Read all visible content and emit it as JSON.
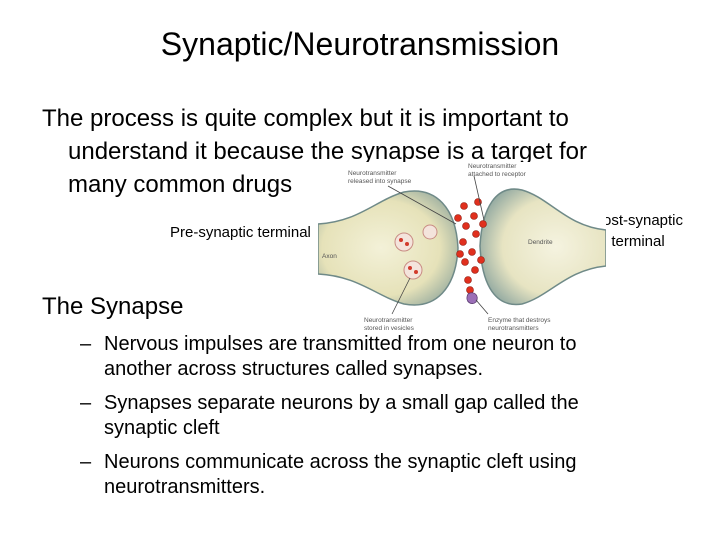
{
  "slide": {
    "title": "Synaptic/Neurotransmission",
    "intro_line1": "The process is quite complex but it is important to",
    "intro_line2": "understand it because the synapse is a target for",
    "intro_line3": "many common drugs",
    "pre_label": "Pre-synaptic terminal",
    "post_label_line1": "Post-synaptic",
    "post_label_line2": "terminal",
    "section_heading": "The Synapse",
    "bullet_marker": "–",
    "bullets": [
      {
        "line1": "Nervous impulses are transmitted from one neuron to",
        "line2": "another across structures called synapses."
      },
      {
        "line1": "Synapses separate neurons by a small gap called the",
        "line2": "synaptic cleft"
      },
      {
        "line1": "Neurons communicate across the synaptic cleft using",
        "line2": "neurotransmitters."
      }
    ]
  },
  "figure": {
    "label_released_1": "Neurotransmitter",
    "label_released_2": "released into synapse",
    "label_attached_1": "Neurotransmitter",
    "label_attached_2": "attached to receptor",
    "label_axon": "Axon",
    "label_dendrite": "Dendrite",
    "label_stored_1": "Neurotransmitter",
    "label_stored_2": "stored in vesicles",
    "label_enzyme_1": "Enzyme that destroys",
    "label_enzyme_2": "neurotransmitters"
  }
}
